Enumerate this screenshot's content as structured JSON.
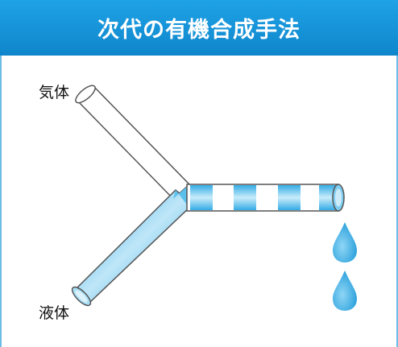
{
  "header": {
    "title": "次代の有機合成手法"
  },
  "labels": {
    "gas": "気体",
    "liquid": "液体"
  },
  "colors": {
    "header": "#1596da",
    "liquid": "#3fb4ea",
    "frame": "#6bbce8",
    "tube_outline": "#555555"
  }
}
